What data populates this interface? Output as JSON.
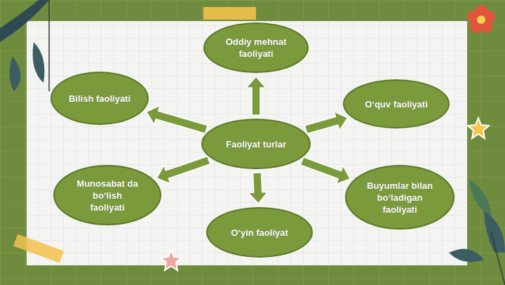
{
  "diagram": {
    "nodes": [
      {
        "text": [
          "Oddiy mehnat faoliyati"
        ]
      },
      {
        "text": [
          "Bilish faoliyati"
        ]
      },
      {
        "text": [
          "O‘quv faoliyati"
        ]
      },
      {
        "text": [
          "Faoliyat turlar"
        ]
      },
      {
        "text": [
          "Munosabat da bo‘lish faoliyati"
        ]
      },
      {
        "text": [
          "Buyumlar bilan bo‘ladigan faoliyati"
        ]
      },
      {
        "text": [
          "O‘yin faoliyat"
        ]
      }
    ],
    "edges": [
      {
        "from": 3,
        "to": 0,
        "arrow": "to"
      },
      {
        "from": 3,
        "to": 1,
        "arrow": "to"
      },
      {
        "from": 3,
        "to": 2,
        "arrow": "to"
      },
      {
        "from": 3,
        "to": 4,
        "arrow": "to"
      },
      {
        "from": 3,
        "to": 5,
        "arrow": "to"
      },
      {
        "from": 3,
        "to": 6,
        "arrow": "to"
      }
    ]
  }
}
